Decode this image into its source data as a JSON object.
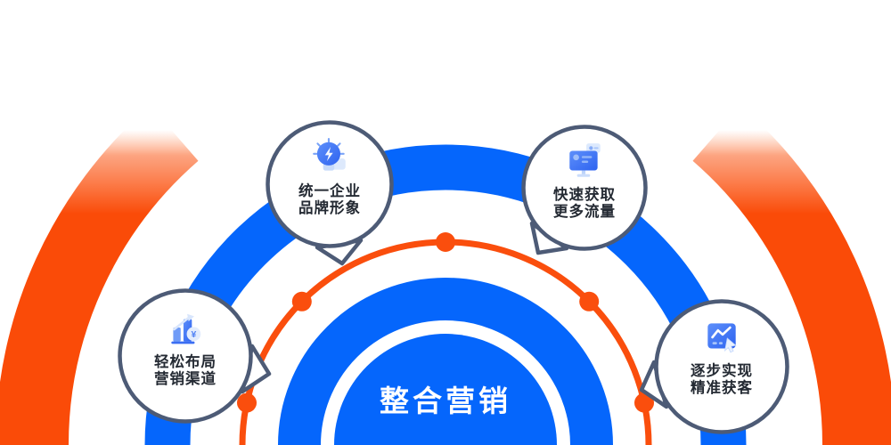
{
  "hub": {
    "title": "整合营销"
  },
  "bubbles": [
    {
      "id": "unified-brand",
      "icon": "lightbulb-icon",
      "line1": "统一企业",
      "line2": "品牌形象"
    },
    {
      "id": "more-traffic",
      "icon": "monitor-icon",
      "line1": "快速获取",
      "line2": "更多流量"
    },
    {
      "id": "easy-channels",
      "icon": "bar-chart-icon",
      "line1": "轻松布局",
      "line2": "营销渠道"
    },
    {
      "id": "precise-customers",
      "icon": "line-chart-icon",
      "line1": "逐步实现",
      "line2": "精准获客"
    }
  ],
  "colors": {
    "blue": "#0566FC",
    "orange_band": "#FA4B08",
    "orange_line": "#FA4E0D",
    "bubble_border": "#4D5B76",
    "bubble_fill": "#FFFFFF",
    "label_text": "#242A33",
    "hub_text": "#FFFFFF",
    "icon_blue_light": "#5D8FFA",
    "icon_blue_dark": "#2E63F0",
    "icon_pale_blue": "#D9E7FC"
  }
}
